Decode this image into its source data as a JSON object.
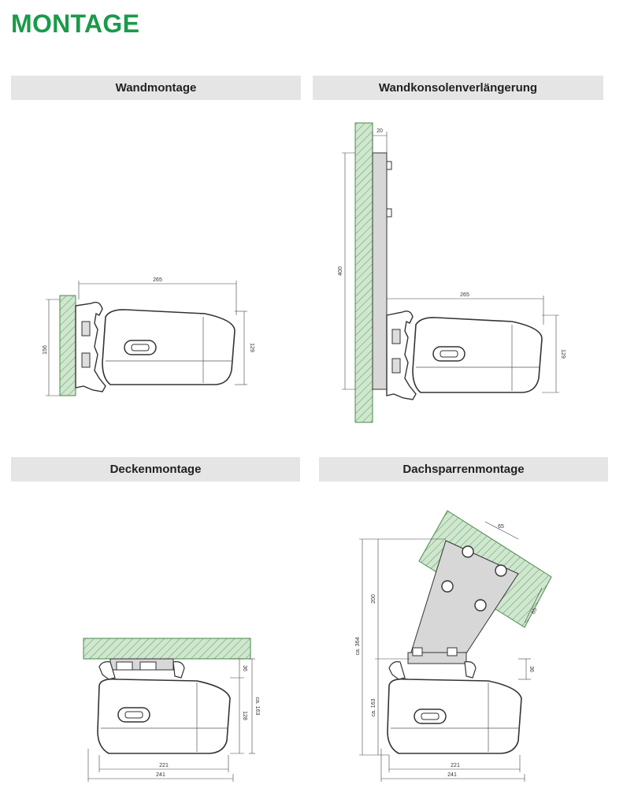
{
  "title": "MONTAGE",
  "sections": {
    "wall": {
      "label": "Wandmontage",
      "dims": {
        "width": "265",
        "height_total": "156",
        "height_box": "129"
      }
    },
    "bracket": {
      "label": "Wandkonsolenverlängerung",
      "dims": {
        "offset": "20",
        "height_bracket": "400",
        "width": "265",
        "height_box": "129"
      }
    },
    "ceiling": {
      "label": "Deckenmontage",
      "dims": {
        "mount": "36",
        "height_box": "128",
        "height_total": "ca. 163",
        "width_inner": "221",
        "width_outer": "241"
      }
    },
    "rafter": {
      "label": "Dachsparrenmontage",
      "dims": {
        "hole_h": "65",
        "hole_v": "65",
        "plate_h": "200",
        "total_h": "ca. 364",
        "mount": "36",
        "box_h": "ca. 163",
        "width_inner": "221",
        "width_outer": "241"
      }
    }
  },
  "colors": {
    "title_green": "#1a9a4a",
    "hatch_green": "#cfe6cf",
    "plate_gray": "#d7d7d7",
    "header_gray": "#e5e5e5"
  }
}
